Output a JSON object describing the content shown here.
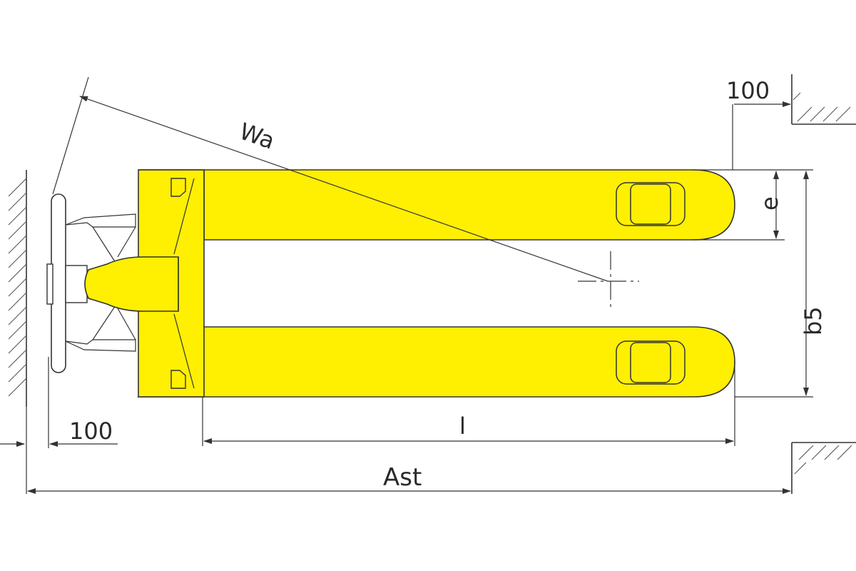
{
  "diagram": {
    "labels": {
      "top_clearance": "100",
      "left_clearance": "100",
      "turning_radius": "Wa",
      "fork_width": "e",
      "outer_fork_width": "b5",
      "fork_length": "l",
      "aisle_width": "Ast"
    },
    "colors": {
      "fork_fill": "#ffef00",
      "outline": "#333333",
      "background": "#ffffff"
    }
  }
}
